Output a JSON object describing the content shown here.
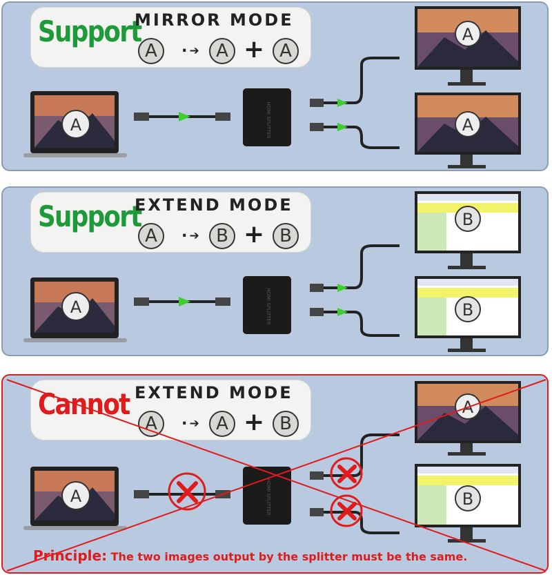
{
  "panels": [
    {
      "status": "Support",
      "mode": "MIRROR MODE",
      "formula": [
        "A",
        "A",
        "A"
      ],
      "source": "A",
      "outputs": [
        "A",
        "A"
      ]
    },
    {
      "status": "Support",
      "mode": "EXTEND MODE",
      "formula": [
        "A",
        "B",
        "B"
      ],
      "source": "A",
      "outputs": [
        "B",
        "B"
      ]
    },
    {
      "status": "Cannot",
      "mode": "EXTEND MODE",
      "formula": [
        "A",
        "A",
        "B"
      ],
      "source": "A",
      "outputs": [
        "A",
        "B"
      ]
    }
  ],
  "splitter_label": "HDMI SPLITTER",
  "principle": {
    "lead": "Principle:",
    "rest": "The two images output by the splitter must be the same."
  },
  "colors": {
    "panel_bg": "#b9c9e0",
    "support_green": "#1e9a3a",
    "cannot_red": "#e01b1b",
    "arrow_green": "#3ecf2f"
  }
}
